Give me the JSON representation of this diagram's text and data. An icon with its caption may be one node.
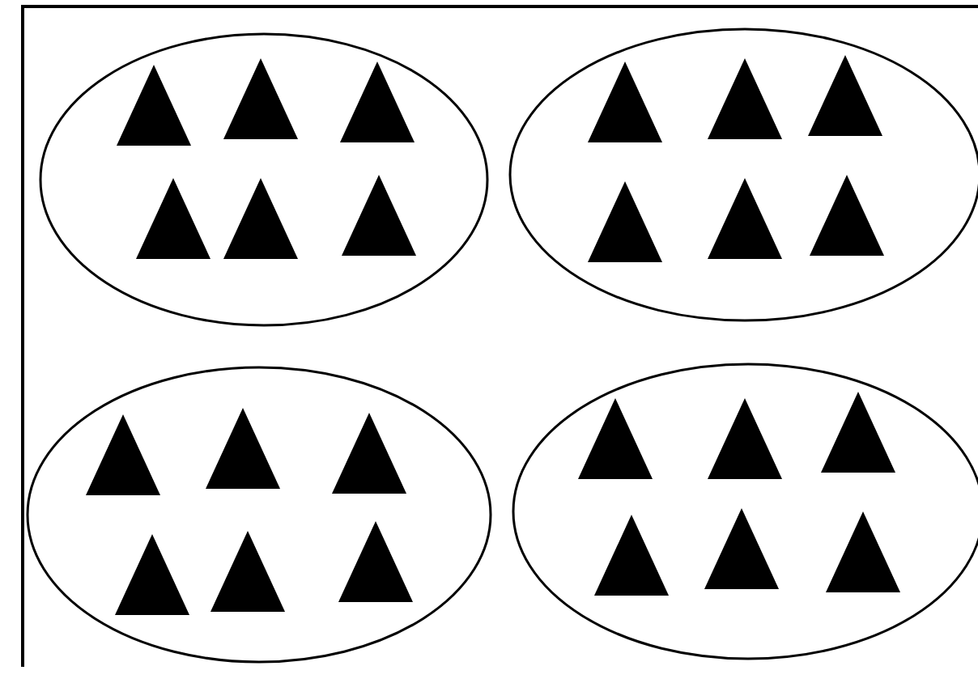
{
  "diagram": {
    "nodes": [
      {
        "text": [],
        "shape": "ellipse"
      },
      {
        "text": [],
        "shape": "triangle",
        "in": 0
      },
      {
        "text": [],
        "shape": "triangle",
        "in": 0
      },
      {
        "text": [],
        "shape": "triangle",
        "in": 0
      },
      {
        "text": [],
        "shape": "triangle",
        "in": 0
      },
      {
        "text": [],
        "shape": "triangle",
        "in": 0
      },
      {
        "text": [],
        "shape": "triangle",
        "in": 0
      },
      {
        "text": [],
        "shape": "ellipse"
      },
      {
        "text": [],
        "shape": "triangle",
        "in": 7
      },
      {
        "text": [],
        "shape": "triangle",
        "in": 7
      },
      {
        "text": [],
        "shape": "triangle",
        "in": 7
      },
      {
        "text": [],
        "shape": "triangle",
        "in": 7
      },
      {
        "text": [],
        "shape": "triangle",
        "in": 7
      },
      {
        "text": [],
        "shape": "triangle",
        "in": 7
      },
      {
        "text": [],
        "shape": "ellipse"
      },
      {
        "text": [],
        "shape": "triangle",
        "in": 14
      },
      {
        "text": [],
        "shape": "triangle",
        "in": 14
      },
      {
        "text": [],
        "shape": "triangle",
        "in": 14
      },
      {
        "text": [],
        "shape": "triangle",
        "in": 14
      },
      {
        "text": [],
        "shape": "triangle",
        "in": 14
      },
      {
        "text": [],
        "shape": "triangle",
        "in": 14
      },
      {
        "text": [],
        "shape": "ellipse"
      },
      {
        "text": [],
        "shape": "triangle",
        "in": 21
      },
      {
        "text": [],
        "shape": "triangle",
        "in": 21
      },
      {
        "text": [],
        "shape": "triangle",
        "in": 21
      },
      {
        "text": [],
        "shape": "triangle",
        "in": 21
      },
      {
        "text": [],
        "shape": "triangle",
        "in": 21
      },
      {
        "text": [],
        "shape": "triangle",
        "in": 21
      }
    ]
  }
}
